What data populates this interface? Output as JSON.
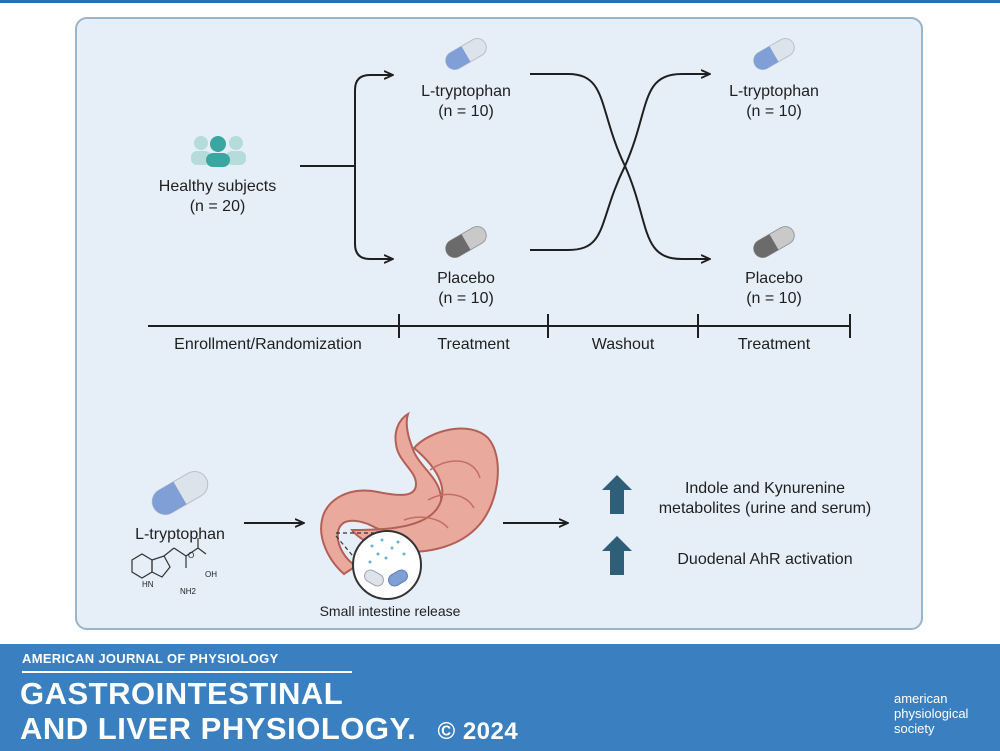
{
  "colors": {
    "panel_bg": "#e6eff8",
    "panel_border": "#9cb3cc",
    "footer_bg": "#3a7fbf",
    "pill_blue": "#7f9fd6",
    "pill_gray": "#6b6b6b",
    "people": "#3aa6a2",
    "arrow_up": "#2f5f78",
    "stomach": "#d98a80"
  },
  "subjects": {
    "label": "Healthy subjects",
    "n": "(n = 20)"
  },
  "arm1": {
    "top": {
      "label": "L-tryptophan",
      "n": "(n = 10)"
    },
    "bottom": {
      "label": "Placebo",
      "n": "(n = 10)"
    }
  },
  "arm2": {
    "top": {
      "label": "L-tryptophan",
      "n": "(n = 10)"
    },
    "bottom": {
      "label": "Placebo",
      "n": "(n = 10)"
    }
  },
  "timeline": [
    "Enrollment/Randomization",
    "Treatment",
    "Washout",
    "Treatment"
  ],
  "mechanism": {
    "drug_label": "L-tryptophan",
    "molecule": {
      "o": "O",
      "oh": "OH",
      "hn": "HN",
      "nh2": "NH2"
    },
    "release_label": "Small intestine release",
    "outcome1": {
      "line1": "Indole and Kynurenine",
      "line2": "metabolites (urine and serum)"
    },
    "outcome2": "Duodenal AhR activation"
  },
  "footer": {
    "journal": "AMERICAN JOURNAL OF PHYSIOLOGY",
    "title_line1": "GASTROINTESTINAL",
    "title_line2": "AND LIVER PHYSIOLOGY.",
    "copyright": "© 2024",
    "publisher_line1": "american",
    "publisher_line2": "physiological",
    "publisher_line3": "society"
  }
}
